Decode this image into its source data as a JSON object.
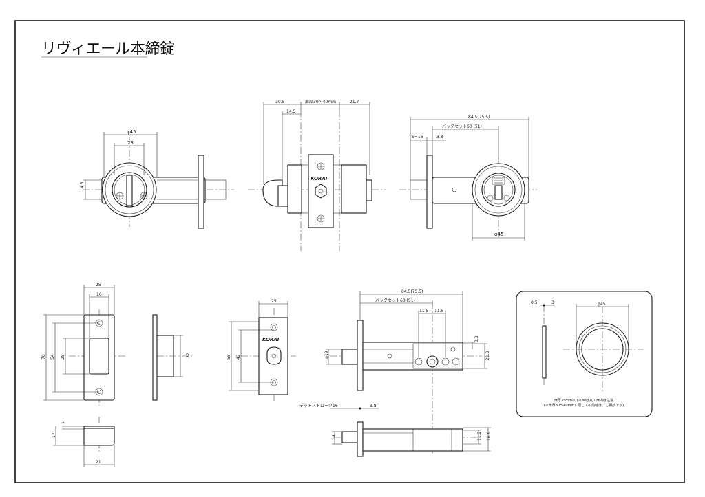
{
  "title": "リヴィエール本締錠",
  "brand": "KORAI",
  "dims": {
    "d45": "φ45",
    "d23": "23",
    "d4_5": "4.5",
    "d30_5": "30.5",
    "door_thick": "扉厚30〜40mm",
    "d21_7": "21.7",
    "d14_5": "14.5",
    "d84_5": "84.5(75.5)",
    "backset": "バックセット60 (51)",
    "s16": "S=16",
    "d3_8": "3.8",
    "d25": "25",
    "d16": "16",
    "d70": "70",
    "d54": "54",
    "d28": "28",
    "d32": "32",
    "d58": "58",
    "d42": "42",
    "d11_5": "11.5",
    "d19": "φ19",
    "d21_8": "21.8",
    "deadstroke": "デッドストローク16",
    "d1": "1",
    "d17": "17",
    "d21": "21",
    "d14": "14",
    "d11_2": "11.2",
    "d16_9": "16.9",
    "d0_5": "0.5",
    "d3": "3"
  },
  "note": {
    "line1": "扉厚35mm以下の時は丸・扉内は注意",
    "line2": "(本扉厚30〜40mmに限しての前時は、ご相談です)"
  }
}
